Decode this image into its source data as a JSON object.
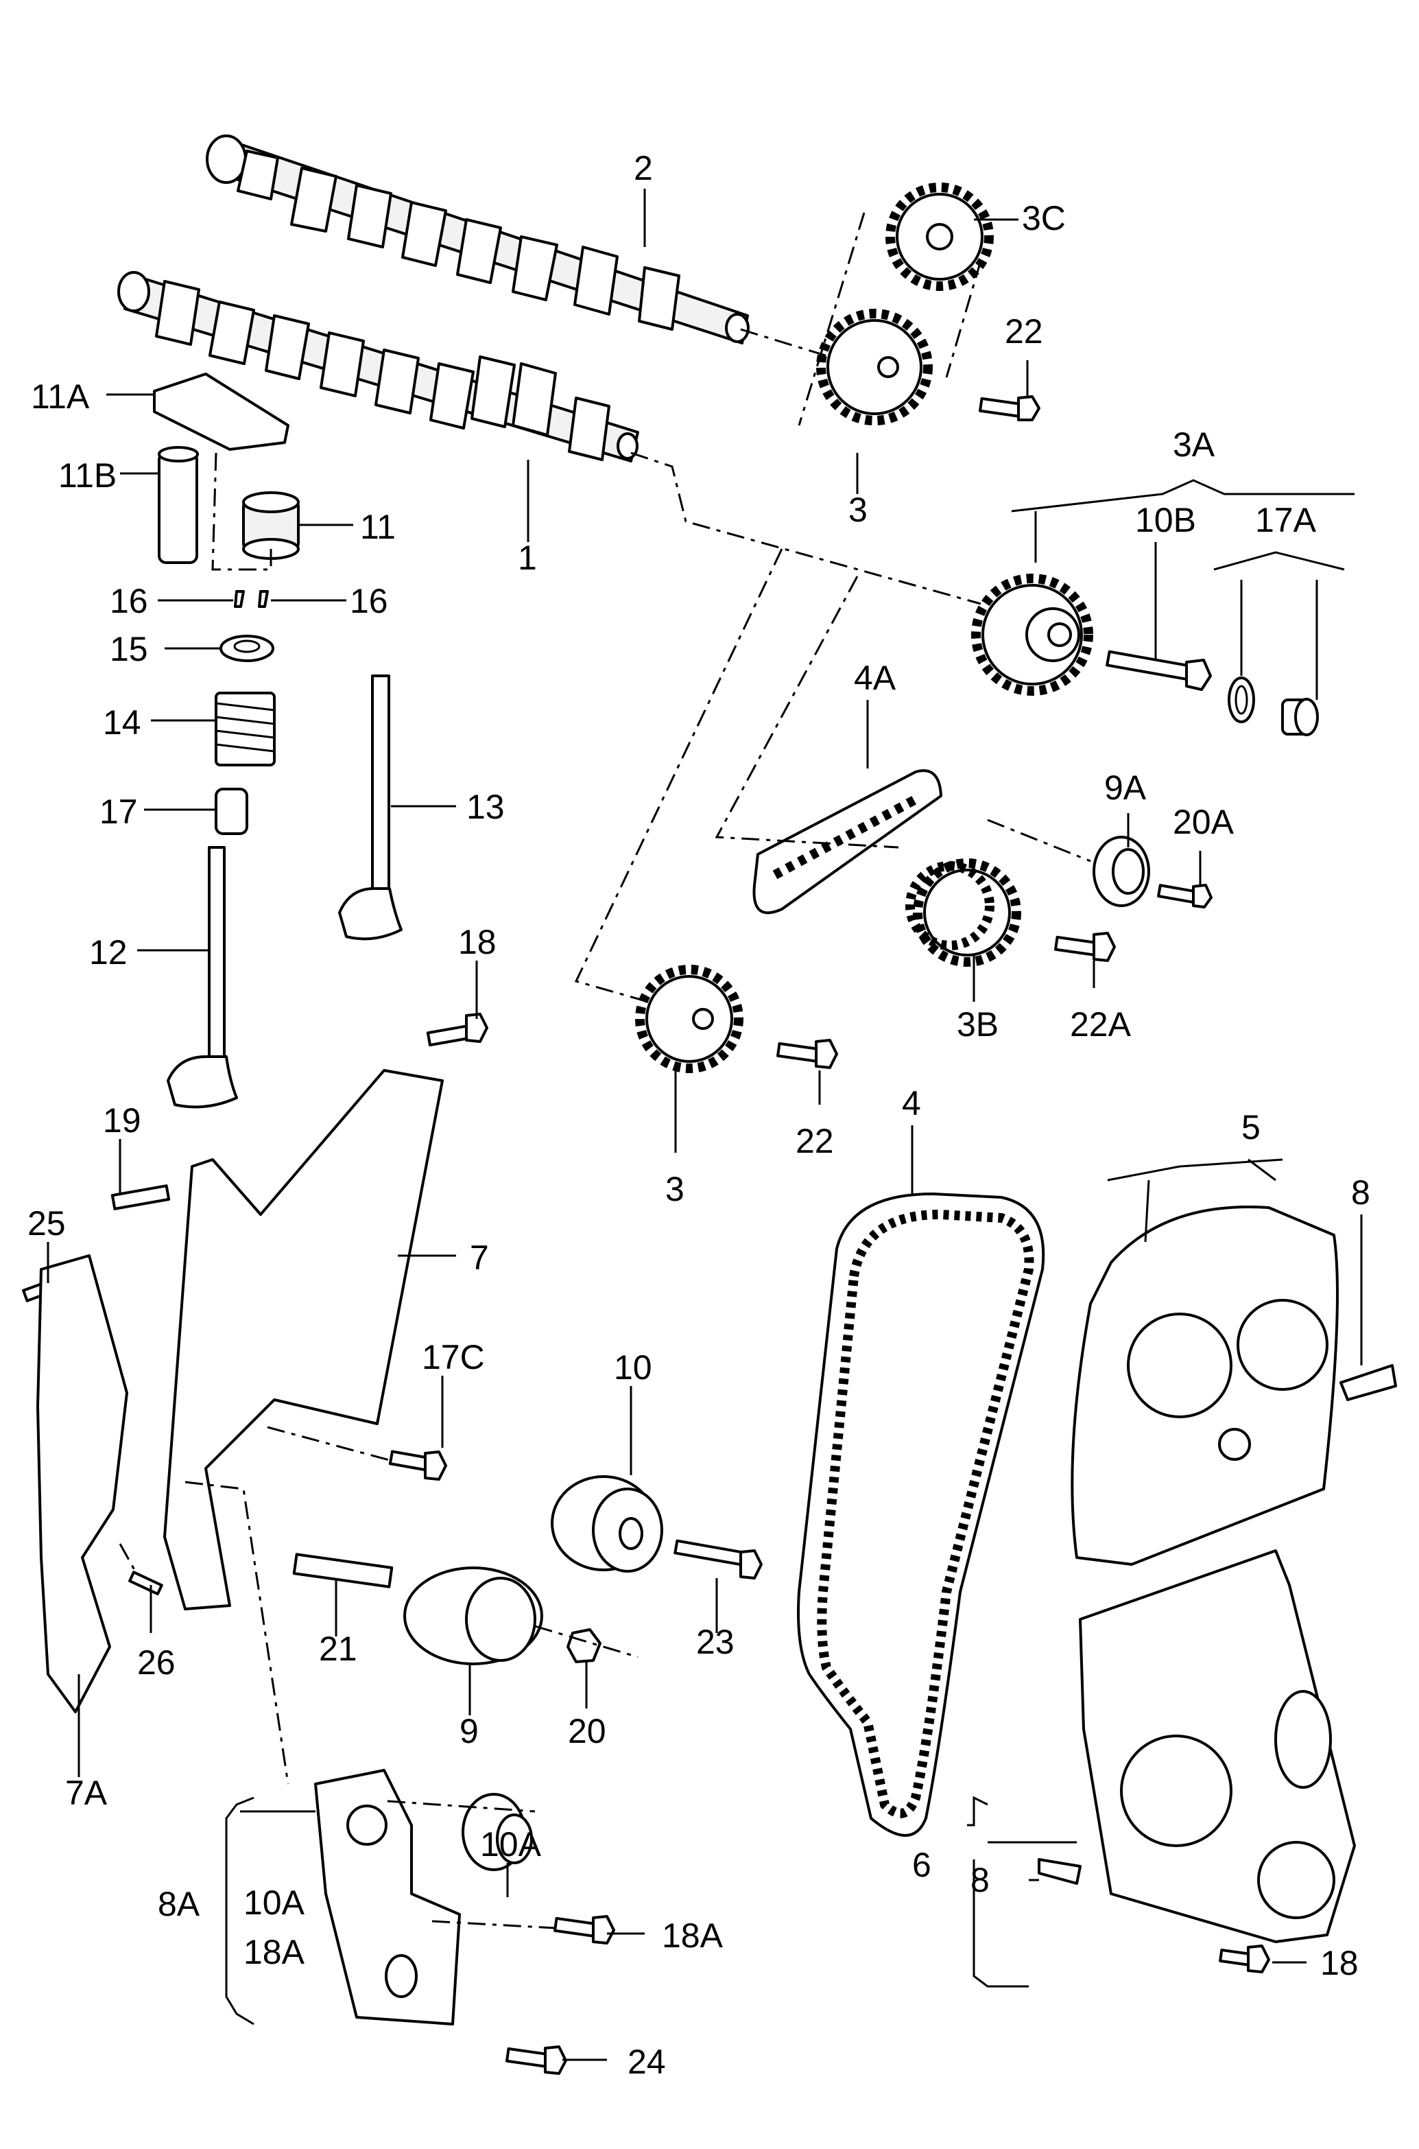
{
  "labels": {
    "l1": "1",
    "l2": "2",
    "l3a": "3",
    "l3b": "3",
    "l3A": "3A",
    "l3B": "3B",
    "l3C": "3C",
    "l4": "4",
    "l4A": "4A",
    "l5": "5",
    "l6": "6",
    "l7": "7",
    "l7A": "7A",
    "l8a": "8",
    "l8b": "8",
    "l8A": "8A",
    "l9": "9",
    "l9A": "9A",
    "l10": "10",
    "l10A": "10A",
    "l10A2": "10A",
    "l10B": "10B",
    "l11": "11",
    "l11A": "11A",
    "l11B": "11B",
    "l12": "12",
    "l13": "13",
    "l14": "14",
    "l15": "15",
    "l16a": "16",
    "l16b": "16",
    "l17": "17",
    "l17A": "17A",
    "l17C": "17C",
    "l18a": "18",
    "l18b": "18",
    "l18A": "18A",
    "l18A2": "18A",
    "l19": "19",
    "l20": "20",
    "l20A": "20A",
    "l21": "21",
    "l22a": "22",
    "l22b": "22",
    "l22A": "22A",
    "l23": "23",
    "l24": "24",
    "l25": "25",
    "l26": "26"
  }
}
